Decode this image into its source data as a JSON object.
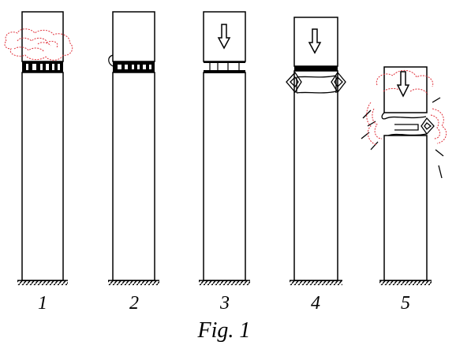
{
  "figure": {
    "caption": "Fig. 1",
    "panels": [
      {
        "label": "1"
      },
      {
        "label": "2"
      },
      {
        "label": "3"
      },
      {
        "label": "4"
      },
      {
        "label": "5"
      }
    ]
  },
  "colors": {
    "stroke": "#000000",
    "smoke": "#e0303a",
    "background": "#ffffff"
  }
}
